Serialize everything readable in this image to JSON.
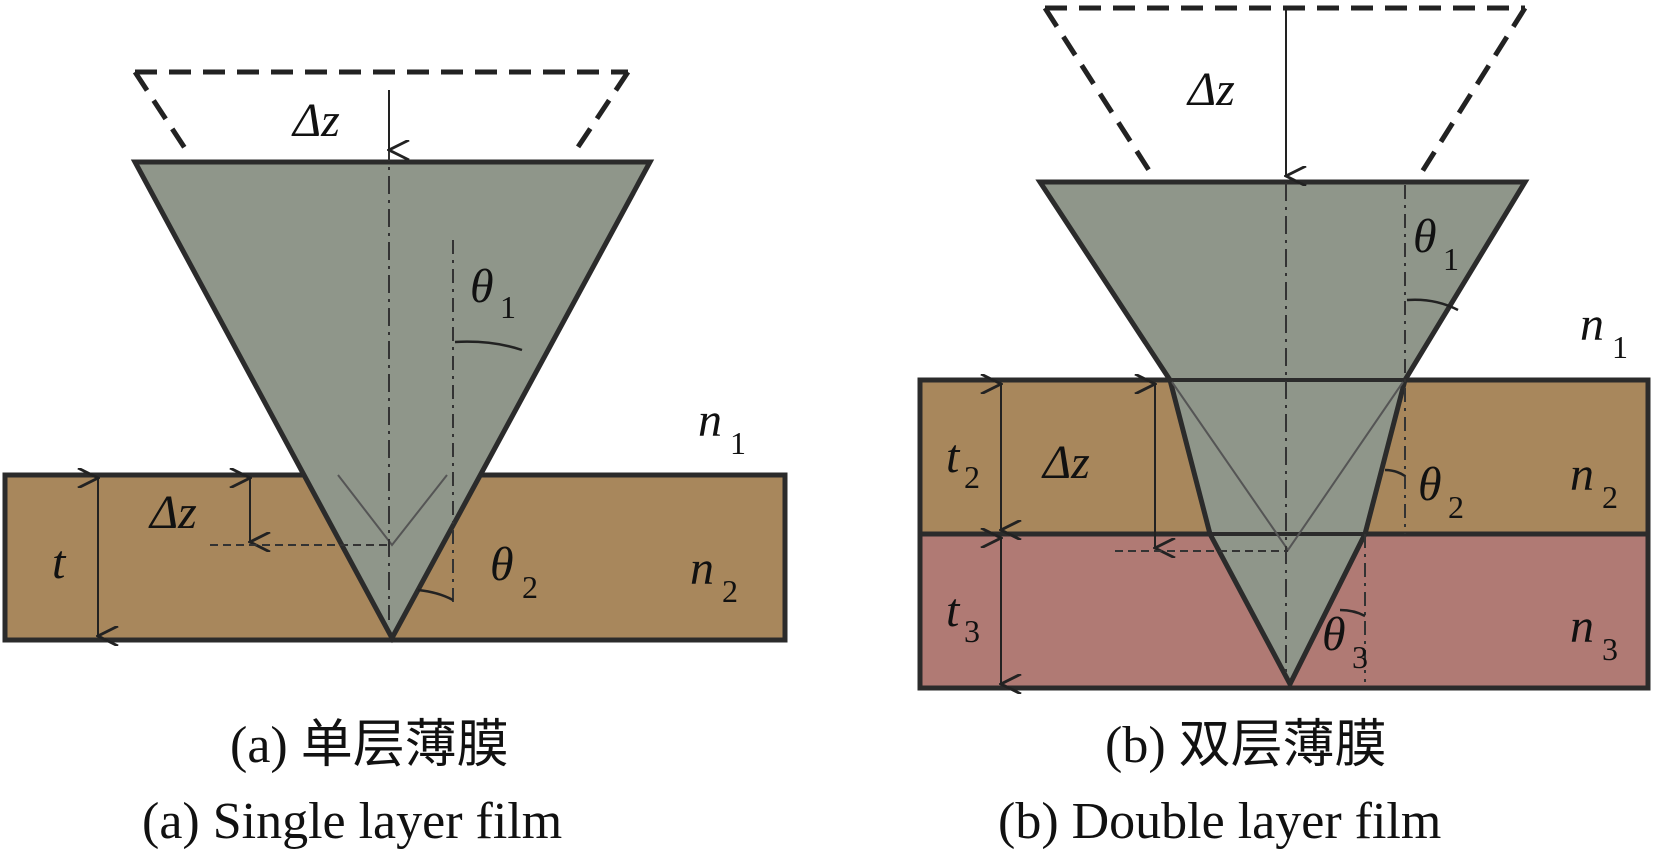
{
  "colors": {
    "indenter": "#8f968a",
    "layer_brown": "#a8875c",
    "layer_pink": "#b07a74",
    "stroke": "#2b2b2b"
  },
  "panel_a": {
    "delta_z_top": "Δz",
    "delta_z_mid": "Δz",
    "theta1": "θ",
    "theta1_sub": "1",
    "theta2": "θ",
    "theta2_sub": "2",
    "n1": "n",
    "n1_sub": "1",
    "n2": "n",
    "n2_sub": "2",
    "t": "t",
    "caption_cn": "(a) 单层薄膜",
    "caption_en": "(a) Single layer film"
  },
  "panel_b": {
    "delta_z_top": "Δz",
    "delta_z_mid": "Δz",
    "theta1": "θ",
    "theta1_sub": "1",
    "theta2": "θ",
    "theta2_sub": "2",
    "theta3": "θ",
    "theta3_sub": "3",
    "n1": "n",
    "n1_sub": "1",
    "n2": "n",
    "n2_sub": "2",
    "n3": "n",
    "n3_sub": "3",
    "t2": "t",
    "t2_sub": "2",
    "t3": "t",
    "t3_sub": "3",
    "caption_cn": "(b) 双层薄膜",
    "caption_en": "(b) Double layer film"
  }
}
